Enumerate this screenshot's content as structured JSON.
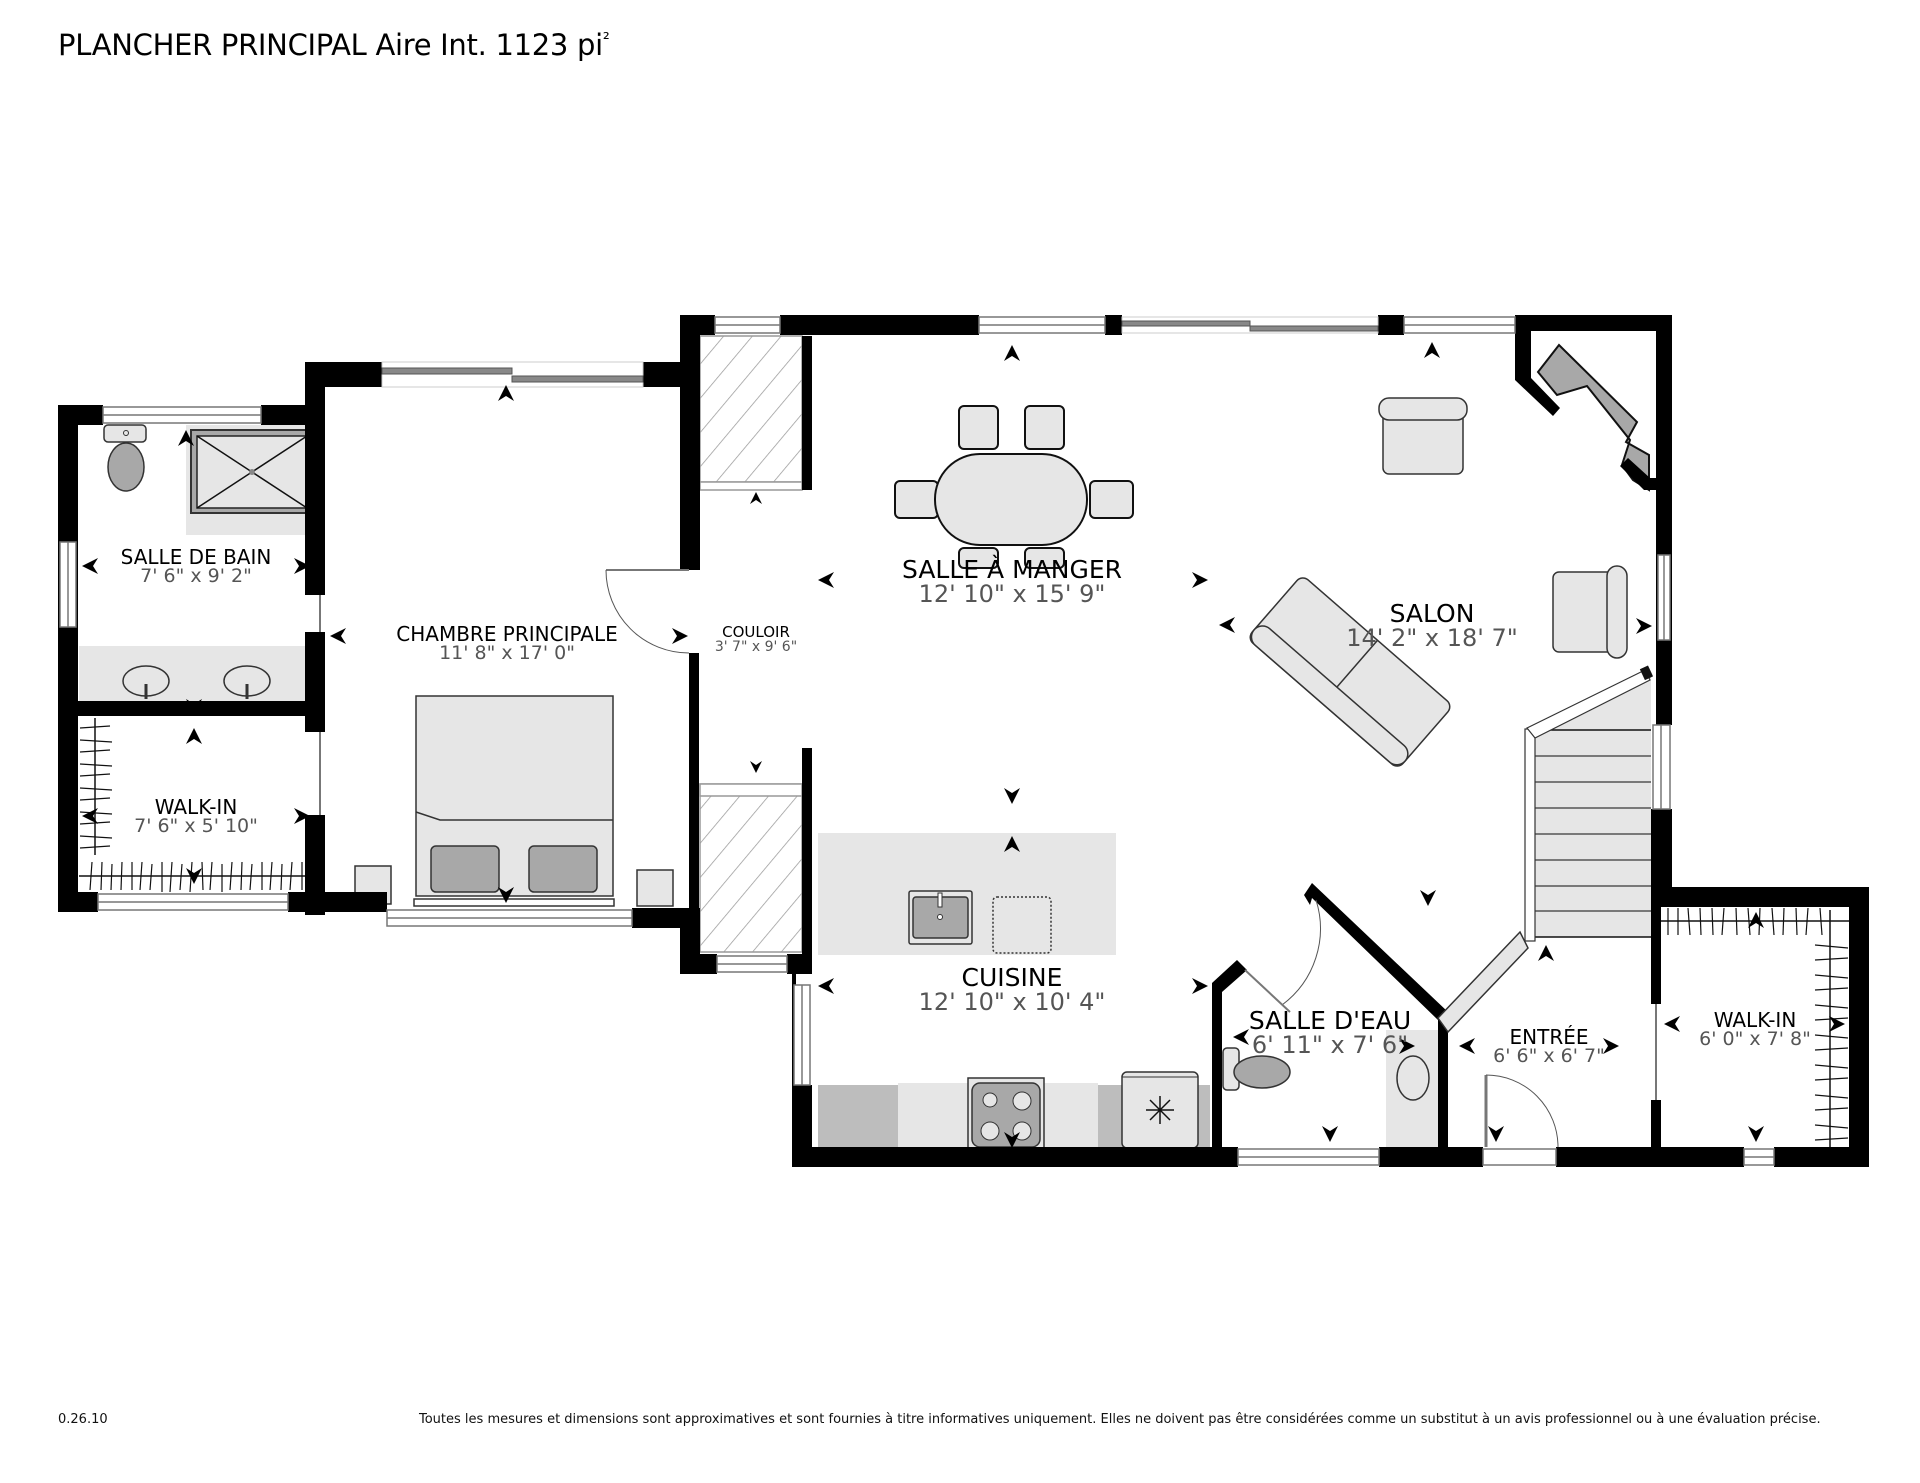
{
  "header": {
    "floor": "PLANCHER PRINCIPAL",
    "area_label": "Aire Int.",
    "area_value": "1123 pi",
    "area_unit_sup": "²"
  },
  "rooms": [
    {
      "id": "salle-de-bain",
      "name": "SALLE DE BAIN",
      "dims": "7' 6\" x 9' 2\""
    },
    {
      "id": "walk-in-left",
      "name": "WALK-IN",
      "dims": "7' 6\" x 5' 10\""
    },
    {
      "id": "chambre-principale",
      "name": "CHAMBRE PRINCIPALE",
      "dims": "11' 8\" x 17' 0\""
    },
    {
      "id": "couloir",
      "name": "COULOIR",
      "dims": "3' 7\" x 9' 6\""
    },
    {
      "id": "salle-a-manger",
      "name": "SALLE À MANGER",
      "dims": "12' 10\" x 15' 9\""
    },
    {
      "id": "salon",
      "name": "SALON",
      "dims": "14' 2\" x 18' 7\""
    },
    {
      "id": "cuisine",
      "name": "CUISINE",
      "dims": "12' 10\" x 10' 4\""
    },
    {
      "id": "salle-d-eau",
      "name": "SALLE D'EAU",
      "dims": "6' 11\" x 7' 6\""
    },
    {
      "id": "entree",
      "name": "ENTRÉE",
      "dims": "6' 6\" x 6' 7\""
    },
    {
      "id": "walk-in-right",
      "name": "WALK-IN",
      "dims": "6' 0\" x 7' 8\""
    }
  ],
  "colors": {
    "wall": "#000000",
    "fixture_fill": "#e6e6e6",
    "fixture_dark": "#a8a8a8",
    "counter_dark": "#bdbdbd",
    "dim_text": "#555555"
  },
  "footer": {
    "version": "0.26.10",
    "disclaimer": "Toutes les mesures et dimensions sont approximatives et sont fournies à titre informatives uniquement. Elles ne doivent pas être considérées comme un substitut à un avis professionnel ou à une évaluation précise."
  }
}
